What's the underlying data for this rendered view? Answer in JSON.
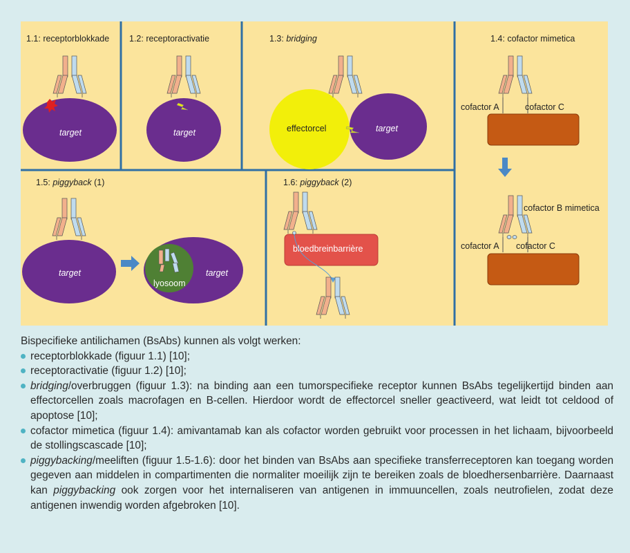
{
  "panels": {
    "p1_1": {
      "title": "1.1: receptorblokkade",
      "target": "target"
    },
    "p1_2": {
      "title": "1.2: receptoractivatie",
      "target": "target"
    },
    "p1_3": {
      "title_prefix": "1.3: ",
      "title_em": "bridging",
      "effector": "effectorcel",
      "target": "target"
    },
    "p1_4": {
      "title": "1.4: cofactor mimetica",
      "cofactor_a": "cofactor A",
      "cofactor_c": "cofactor C",
      "cofactor_b": "cofactor B mimetica",
      "cofactor_a2": "cofactor A",
      "cofactor_c2": "cofactor C"
    },
    "p1_5": {
      "title_prefix": "1.5: ",
      "title_em": "piggyback",
      "title_suffix": " (1)",
      "target": "target",
      "lysosome": "lyosoom",
      "target2": "target"
    },
    "p1_6": {
      "title_prefix": "1.6: ",
      "title_em": "piggyback",
      "title_suffix": " (2)",
      "barrier": "bloedbreinbarrière"
    }
  },
  "colors": {
    "panel_bg": "#fbe49c",
    "divider": "#2f6fa5",
    "cell": "#6a2d8e",
    "effector": "#f2ef0a",
    "lysosome": "#4f8034",
    "cofactor_block": "#c55a14",
    "barrier": "#e3524a",
    "chain_orange": "#f2b08c",
    "chain_blue": "#bfdbee",
    "arrow": "#4b89c6",
    "bullet": "#4fb3c3"
  },
  "caption": {
    "intro": "Bispecifieke antilichamen (BsAbs) kunnen als volgt werken:",
    "items": [
      {
        "em": "",
        "text": "receptorblokkade (figuur 1.1) [10];"
      },
      {
        "em": "",
        "text": "receptoractivatie (figuur 1.2) [10];"
      },
      {
        "em": "bridging",
        "text": "/overbruggen (figuur 1.3): na binding aan een tumorspecifieke receptor kunnen BsAbs tegelijkertijd binden aan effectorcellen zoals macrofagen en B-cellen. Hierdoor wordt de effectorcel sneller geactiveerd, wat leidt tot celdood of apoptose [10];"
      },
      {
        "em": "",
        "text": "cofactor mimetica (figuur 1.4): amivantamab kan als cofactor worden gebruikt voor processen in het lichaam, bijvoorbeeld de stollingscascade [10];"
      }
    ],
    "last": {
      "em": "piggybacking",
      "text1": "/meeliften (figuur 1.5-1.6): door het binden van BsAbs aan specifieke transferreceptoren kan toegang worden gegeven aan middelen in compartimenten die normaliter moeilijk zijn te bereiken zoals de bloedhersenbarrière. Daarnaast kan ",
      "em2": "piggybacking",
      "text2": " ook zorgen voor het internaliseren van antigenen in immuuncellen, zoals neutrofielen, zodat deze antigenen inwendig worden afgebroken [10]."
    }
  }
}
